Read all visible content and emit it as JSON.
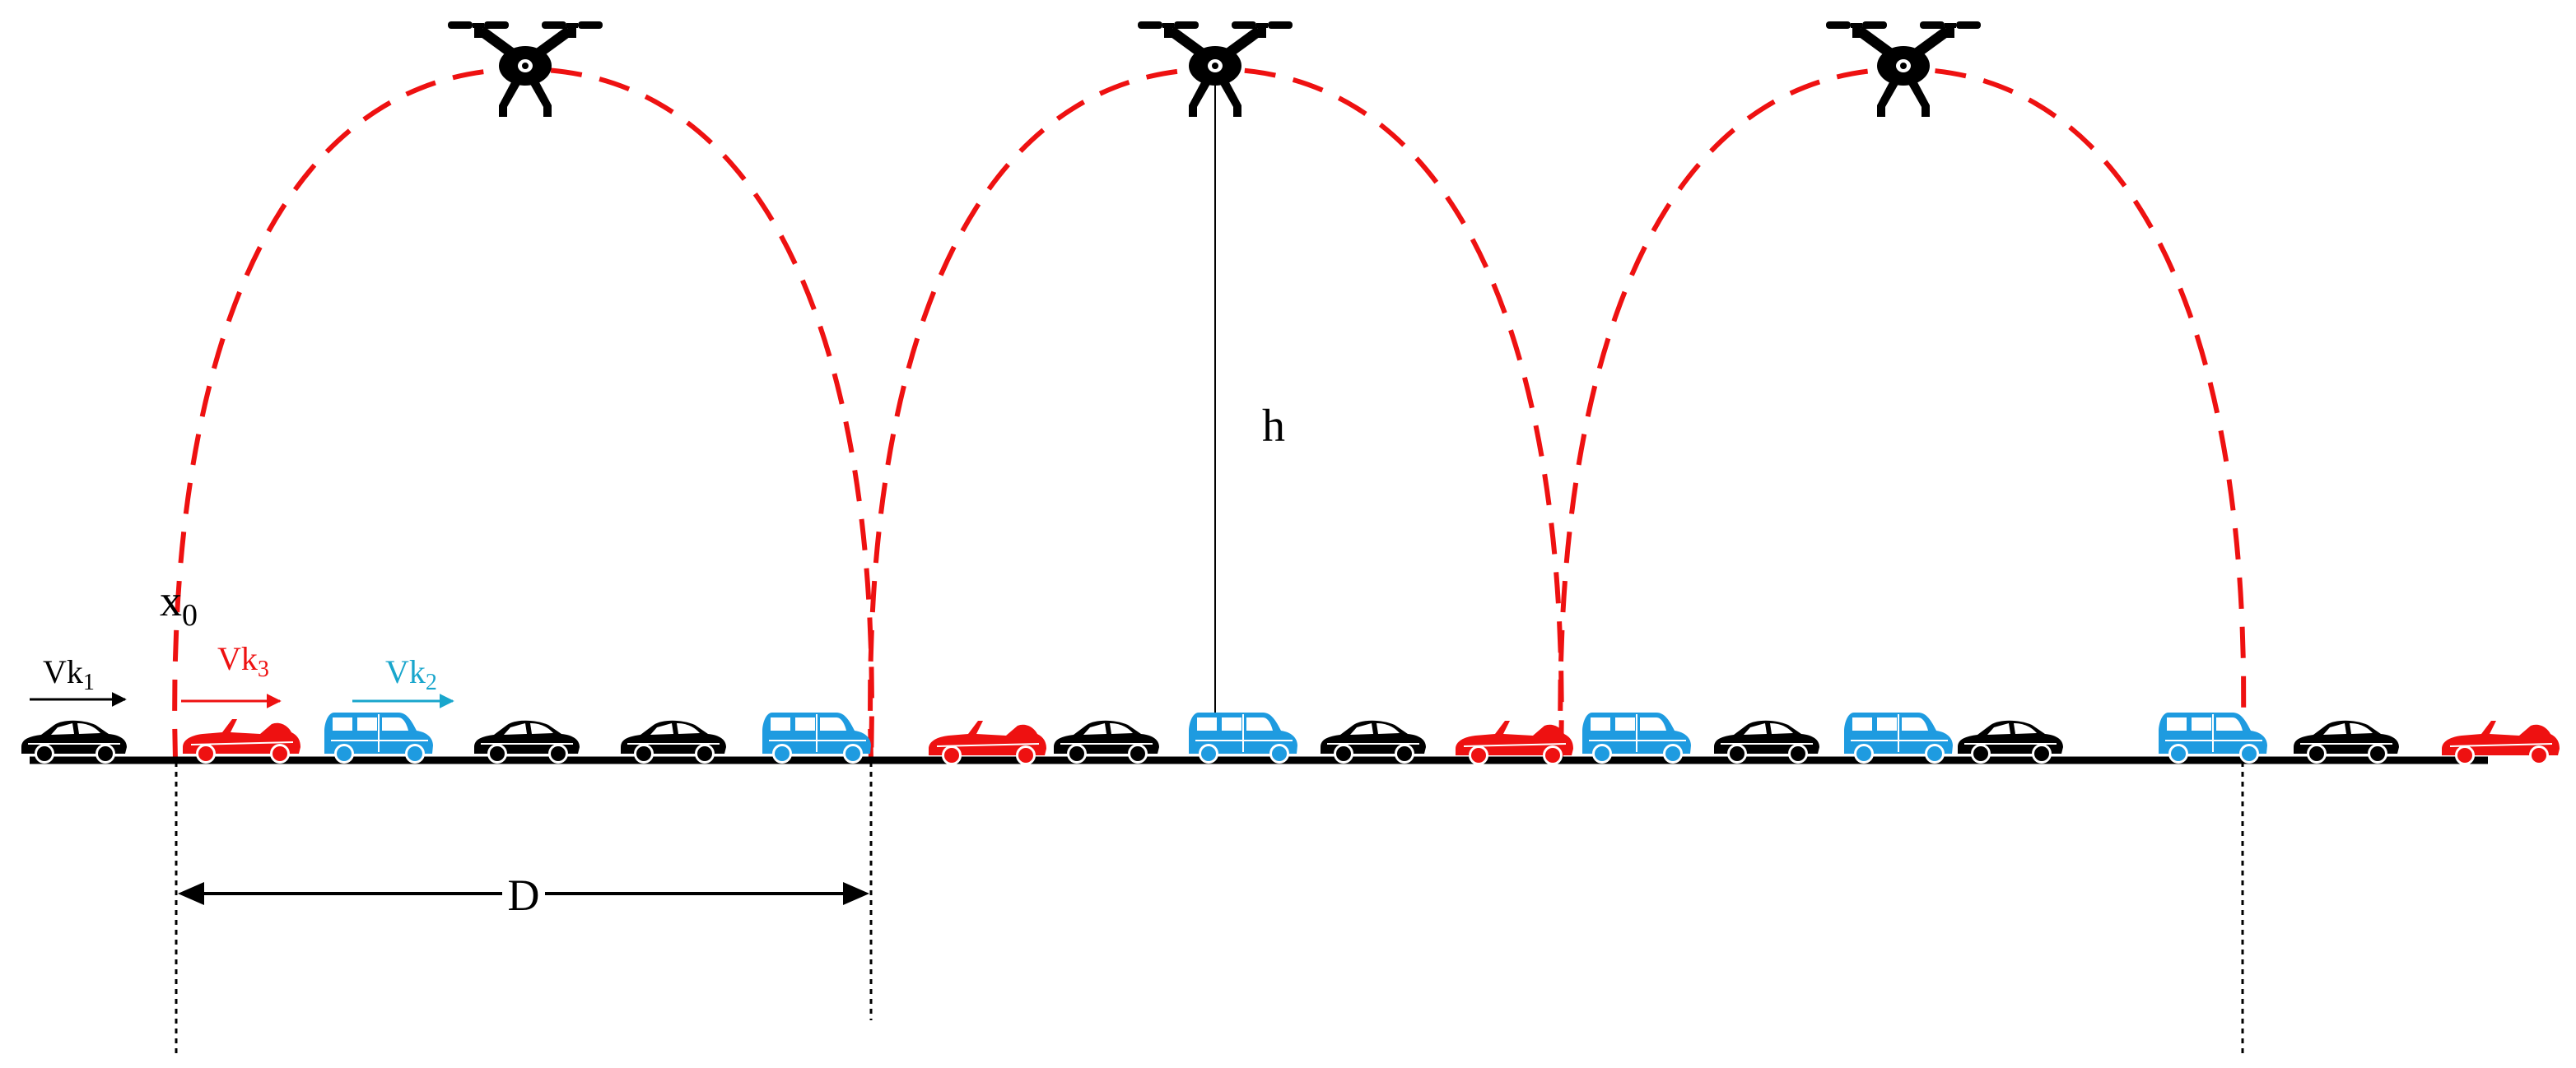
{
  "colors": {
    "black": "#000000",
    "red": "#ee1111",
    "blue": "#1e9be0",
    "cyan": "#19a6cc"
  },
  "labels": {
    "x0_main": "x",
    "x0_sub": "0",
    "vk1_main": "Vk",
    "vk1_sub": "1",
    "vk2_main": "Vk",
    "vk2_sub": "2",
    "vk3_main": "Vk",
    "vk3_sub": "3",
    "height": "h",
    "distance": "D"
  },
  "drones": [
    {
      "name": "drone-1",
      "icon": "drone-icon"
    },
    {
      "name": "drone-2",
      "icon": "drone-icon"
    },
    {
      "name": "drone-3",
      "icon": "drone-icon"
    }
  ],
  "vehicles": [
    {
      "type": "sedan",
      "color": "black"
    },
    {
      "type": "sports-car",
      "color": "red"
    },
    {
      "type": "van",
      "color": "blue"
    },
    {
      "type": "sedan",
      "color": "black"
    },
    {
      "type": "sedan",
      "color": "black"
    },
    {
      "type": "van",
      "color": "blue"
    },
    {
      "type": "sports-car",
      "color": "red"
    },
    {
      "type": "sedan",
      "color": "black"
    },
    {
      "type": "van",
      "color": "blue"
    },
    {
      "type": "sedan",
      "color": "black"
    },
    {
      "type": "sports-car",
      "color": "red"
    },
    {
      "type": "van",
      "color": "blue"
    },
    {
      "type": "sedan",
      "color": "black"
    },
    {
      "type": "van",
      "color": "blue"
    },
    {
      "type": "sedan",
      "color": "black"
    },
    {
      "type": "van",
      "color": "blue"
    },
    {
      "type": "sedan",
      "color": "black"
    },
    {
      "type": "sports-car",
      "color": "red"
    }
  ]
}
